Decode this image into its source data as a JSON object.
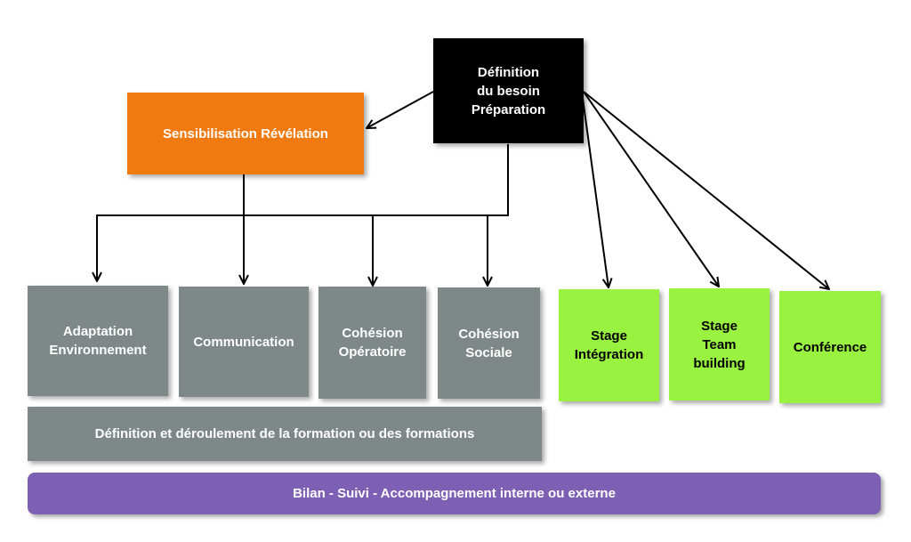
{
  "nodes": {
    "definition": "Définition\ndu besoin\nPréparation",
    "sensibilisation": "Sensibilisation Révélation",
    "adaptation": "Adaptation\nEnvironnement",
    "communication": "Communication",
    "cohesion_operatoire": "Cohésion\nOpératoire",
    "cohesion_sociale": "Cohésion\nSociale",
    "stage_integration": "Stage\nIntégration",
    "stage_team": "Stage\nTeam\nbuilding",
    "conference": "Conférence",
    "formation": "Définition et déroulement de la formation ou des formations",
    "bilan": "Bilan - Suivi - Accompagnement interne ou externe"
  },
  "colors": {
    "definition": "#000000",
    "sensibilisation": "#f07a10",
    "formation_boxes": "#7f8889",
    "stage_boxes": "#99f23f",
    "bilan": "#7d5fb4"
  }
}
